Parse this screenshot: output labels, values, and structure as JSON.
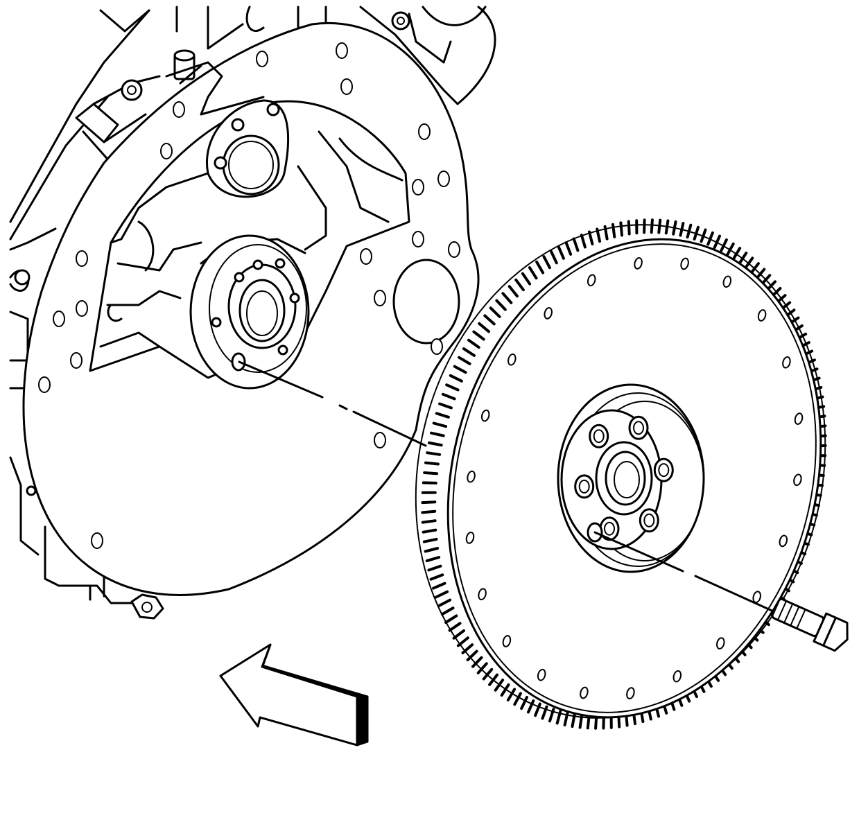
{
  "diagram": {
    "kind": "exploded-assembly-line-art",
    "labels": [],
    "colors": {
      "ink": "#000000",
      "paper": "#ffffff"
    },
    "parts": [
      {
        "name": "engine-block"
      },
      {
        "name": "engine-back-plate"
      },
      {
        "name": "crankshaft-flange"
      },
      {
        "name": "flexplate-flywheel"
      },
      {
        "name": "ring-gear"
      },
      {
        "name": "flywheel-bolt"
      },
      {
        "name": "installation-direction-arrow"
      }
    ],
    "counts": {
      "flywheel_bolt_circle_holes": 6
    }
  }
}
